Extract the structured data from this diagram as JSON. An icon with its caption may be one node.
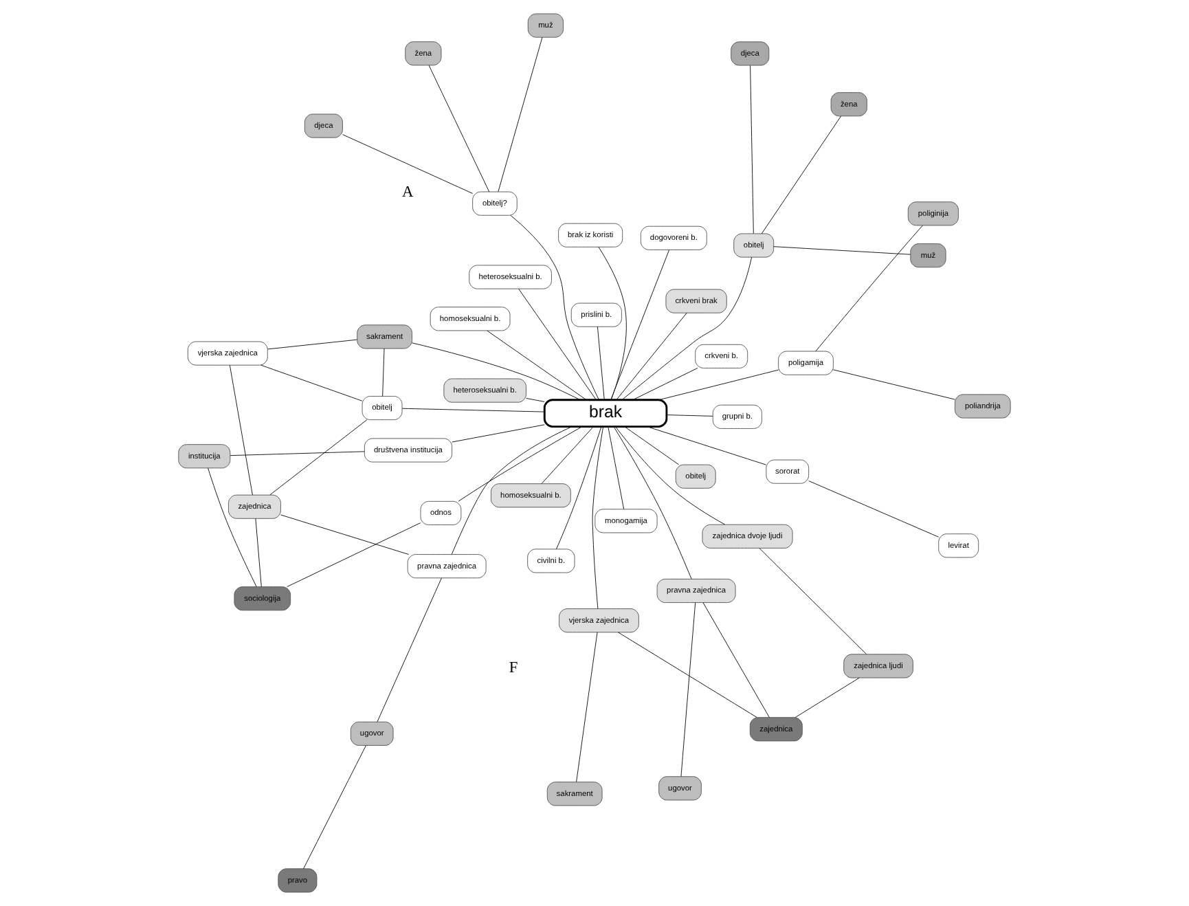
{
  "diagram": {
    "nodes": [
      {
        "text": [
          "brak"
        ]
      },
      {
        "text": [
          "zajednica"
        ]
      },
      {
        "text": [
          "ugovor"
        ]
      },
      {
        "text": [
          "pravna zajednica"
        ]
      },
      {
        "text": [
          "zajednica ljudi"
        ]
      },
      {
        "text": [
          "sakrament"
        ]
      },
      {
        "text": [
          "vjerska zajednica"
        ]
      },
      {
        "text": [
          "zajednica dvoje ljudi"
        ]
      },
      {
        "text": [
          "obitelj"
        ]
      },
      {
        "text": [
          "pravo"
        ]
      },
      {
        "text": [
          "sociologija"
        ]
      },
      {
        "text": [
          "institucija"
        ]
      },
      {
        "text": [
          "ugovor"
        ]
      },
      {
        "text": [
          "odnos"
        ]
      },
      {
        "text": [
          "zajednica"
        ]
      },
      {
        "text": [
          "vjerska zajednica"
        ]
      },
      {
        "text": [
          "pravna zajednica"
        ]
      },
      {
        "text": [
          "sakrament"
        ]
      },
      {
        "text": [
          "obitelj"
        ]
      },
      {
        "text": [
          "društvena institucija"
        ]
      },
      {
        "text": [
          "homoseksualni b."
        ]
      },
      {
        "text": [
          "heteroseksualni b."
        ]
      },
      {
        "text": [
          "crkveni brak"
        ]
      },
      {
        "text": [
          "obitelj"
        ]
      },
      {
        "text": [
          "djeca"
        ]
      },
      {
        "text": [
          "muž"
        ]
      },
      {
        "text": [
          "žena"
        ]
      },
      {
        "text": [
          "poligamija"
        ]
      },
      {
        "text": [
          "monogamija"
        ]
      },
      {
        "text": [
          "poliandrija"
        ]
      },
      {
        "text": [
          "poliginija"
        ]
      },
      {
        "text": [
          "grupni b."
        ]
      },
      {
        "text": [
          "civilni b."
        ]
      },
      {
        "text": [
          "prislini b."
        ]
      },
      {
        "text": [
          "sororat"
        ]
      },
      {
        "text": [
          "levirat"
        ]
      },
      {
        "text": [
          "crkveni b."
        ]
      },
      {
        "text": [
          "dogovoreni b."
        ]
      },
      {
        "text": [
          "homoseksualni b."
        ]
      },
      {
        "text": [
          "obitelj?"
        ]
      },
      {
        "text": [
          "brak iz koristi"
        ]
      },
      {
        "text": [
          "heteroseksualni b."
        ]
      },
      {
        "text": [
          "djeca"
        ]
      },
      {
        "text": [
          "žena"
        ]
      },
      {
        "text": [
          "muž"
        ]
      }
    ],
    "edges": [
      {
        "from": 1,
        "to": 3,
        "arrow": "none"
      },
      {
        "from": 2,
        "to": 3,
        "arrow": "none"
      },
      {
        "from": 1,
        "to": 4,
        "arrow": "none"
      },
      {
        "from": 1,
        "to": 6,
        "arrow": "none"
      },
      {
        "from": 4,
        "to": 7,
        "arrow": "none"
      },
      {
        "from": 5,
        "to": 6,
        "arrow": "none"
      },
      {
        "from": 3,
        "to": 0,
        "arrow": "none"
      },
      {
        "from": 7,
        "to": 0,
        "arrow": "none"
      },
      {
        "from": 6,
        "to": 0,
        "arrow": "none"
      },
      {
        "from": 8,
        "to": 0,
        "arrow": "none"
      },
      {
        "from": 9,
        "to": 12,
        "arrow": "none"
      },
      {
        "from": 12,
        "to": 16,
        "arrow": "none"
      },
      {
        "from": 10,
        "to": 13,
        "arrow": "none"
      },
      {
        "from": 10,
        "to": 14,
        "arrow": "none"
      },
      {
        "from": 10,
        "to": 11,
        "arrow": "none"
      },
      {
        "from": 14,
        "to": 16,
        "arrow": "none"
      },
      {
        "from": 14,
        "to": 15,
        "arrow": "none"
      },
      {
        "from": 14,
        "to": 18,
        "arrow": "none"
      },
      {
        "from": 15,
        "to": 17,
        "arrow": "none"
      },
      {
        "from": 15,
        "to": 18,
        "arrow": "none"
      },
      {
        "from": 17,
        "to": 18,
        "arrow": "none"
      },
      {
        "from": 17,
        "to": 0,
        "arrow": "none"
      },
      {
        "from": 11,
        "to": 19,
        "arrow": "none"
      },
      {
        "from": 19,
        "to": 0,
        "arrow": "none"
      },
      {
        "from": 16,
        "to": 0,
        "arrow": "none"
      },
      {
        "from": 13,
        "to": 0,
        "arrow": "none"
      },
      {
        "from": 18,
        "to": 0,
        "arrow": "none"
      },
      {
        "from": 0,
        "to": 20,
        "arrow": "none"
      },
      {
        "from": 0,
        "to": 21,
        "arrow": "none"
      },
      {
        "from": 0,
        "to": 22,
        "arrow": "none"
      },
      {
        "from": 0,
        "to": 23,
        "arrow": "none"
      },
      {
        "from": 23,
        "to": 24,
        "arrow": "none"
      },
      {
        "from": 23,
        "to": 26,
        "arrow": "none"
      },
      {
        "from": 23,
        "to": 25,
        "arrow": "none"
      },
      {
        "from": 0,
        "to": 28,
        "arrow": "none"
      },
      {
        "from": 0,
        "to": 27,
        "arrow": "none"
      },
      {
        "from": 27,
        "to": 29,
        "arrow": "none"
      },
      {
        "from": 27,
        "to": 30,
        "arrow": "none"
      },
      {
        "from": 0,
        "to": 31,
        "arrow": "none"
      },
      {
        "from": 0,
        "to": 34,
        "arrow": "none"
      },
      {
        "from": 34,
        "to": 35,
        "arrow": "none"
      },
      {
        "from": 0,
        "to": 33,
        "arrow": "none"
      },
      {
        "from": 0,
        "to": 37,
        "arrow": "none"
      },
      {
        "from": 0,
        "to": 40,
        "arrow": "none"
      },
      {
        "from": 0,
        "to": 32,
        "arrow": "none"
      },
      {
        "from": 0,
        "to": 36,
        "arrow": "none"
      },
      {
        "from": 0,
        "to": 38,
        "arrow": "none"
      },
      {
        "from": 0,
        "to": 41,
        "arrow": "none"
      },
      {
        "from": 0,
        "to": 39,
        "arrow": "none"
      },
      {
        "from": 39,
        "to": 42,
        "arrow": "none"
      },
      {
        "from": 39,
        "to": 44,
        "arrow": "none"
      },
      {
        "from": 39,
        "to": 43,
        "arrow": "none"
      }
    ],
    "labels": [
      "F",
      "A"
    ]
  }
}
